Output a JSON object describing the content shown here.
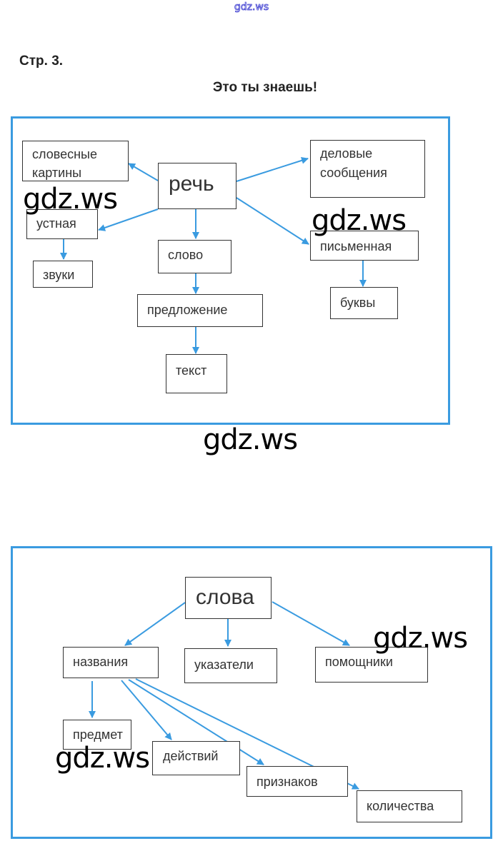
{
  "watermark_top": "gdz.ws",
  "page_label": "Стр. 3.",
  "subtitle": "Это ты знаешь!",
  "accent_color": "#3a9be0",
  "diagram1": {
    "nodes": {
      "rech": "речь",
      "slovesnye": "словесные картины",
      "delovye": "деловые сообщения",
      "ustnaya": "устная",
      "zvuki": "звуки",
      "slovo": "слово",
      "predlozhenie": "предложение",
      "tekst": "текст",
      "pismennaya": "письменная",
      "bukvy": "буквы"
    },
    "edges": [
      [
        "rech",
        "slovesnye"
      ],
      [
        "rech",
        "delovye"
      ],
      [
        "rech",
        "ustnaya"
      ],
      [
        "rech",
        "pismennaya"
      ],
      [
        "rech",
        "slovo"
      ],
      [
        "ustnaya",
        "zvuki"
      ],
      [
        "slovo",
        "predlozhenie"
      ],
      [
        "predlozhenie",
        "tekst"
      ],
      [
        "pismennaya",
        "bukvy"
      ]
    ]
  },
  "diagram2": {
    "nodes": {
      "slova": "слова",
      "nazvaniya": "названия",
      "ukazateli": "указатели",
      "pomoshchniki": "помощники",
      "predmet": "предмет",
      "deystviy": "действий",
      "priznakov": "признаков",
      "kolichestva": "количества"
    },
    "edges": [
      [
        "slova",
        "nazvaniya"
      ],
      [
        "slova",
        "ukazateli"
      ],
      [
        "slova",
        "pomoshchniki"
      ],
      [
        "nazvaniya",
        "predmet"
      ],
      [
        "nazvaniya",
        "deystviy"
      ],
      [
        "nazvaniya",
        "priznakov"
      ],
      [
        "nazvaniya",
        "kolichestva"
      ]
    ]
  },
  "watermarks": [
    "gdz.ws",
    "gdz.ws",
    "gdz.ws",
    "gdz.ws",
    "gdz.ws"
  ]
}
